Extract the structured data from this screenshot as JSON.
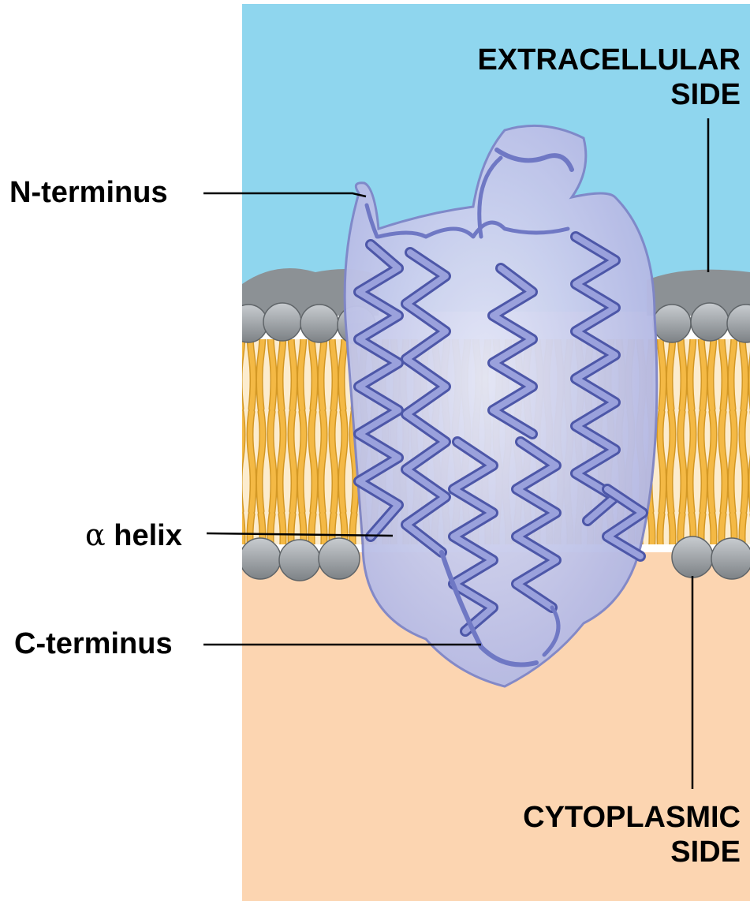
{
  "labels": {
    "extracellular_line1": "EXTRACELLULAR",
    "extracellular_line2": "SIDE",
    "n_terminus": "N-terminus",
    "alpha_symbol": "α",
    "helix": "helix",
    "c_terminus": "C-terminus",
    "cytoplasmic_line1": "CYTOPLASMIC",
    "cytoplasmic_line2": "SIDE"
  },
  "colors": {
    "extracellular": "#8fd6ee",
    "cytoplasm": "#fcd5b1",
    "lipid_head": "#9a9fa3",
    "lipid_tail": "#f2b43c",
    "protein_surface": "#bfc3ea",
    "helix_ribbon": "#6f78c4"
  }
}
